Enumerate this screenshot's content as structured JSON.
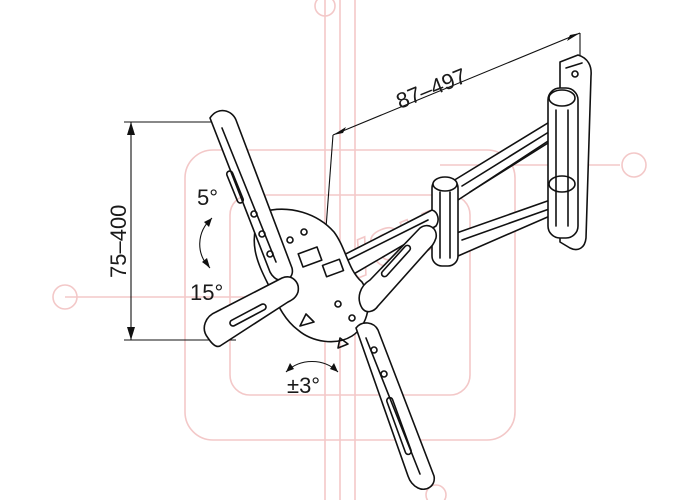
{
  "labels": {
    "width_range": "87–497",
    "height_range": "75–400",
    "tilt_up": "5°",
    "tilt_down": "15°",
    "swivel": "±3°"
  },
  "watermark": {
    "text": "KVSU",
    "color": "#f3c8c8"
  },
  "colors": {
    "ink": "#111111",
    "background": "#ffffff"
  }
}
